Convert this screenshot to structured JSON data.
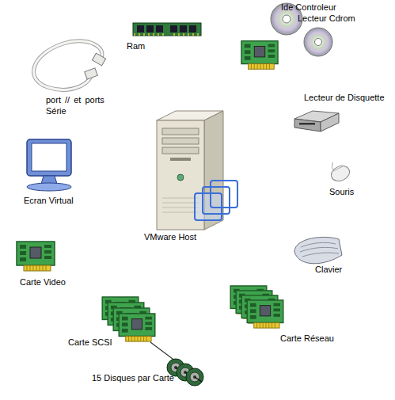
{
  "diagram": {
    "labels": [
      "Ide Controleur",
      "Lecteur Cdrom",
      "Ram",
      "port // et ports Série",
      "Lecteur de Disquette",
      "Ecran Virtual",
      "Souris",
      "VMware Host",
      "Carte Video",
      "Clavier",
      "Carte Réseau",
      "Carte SCSI",
      "15 Disques par Carte"
    ]
  }
}
